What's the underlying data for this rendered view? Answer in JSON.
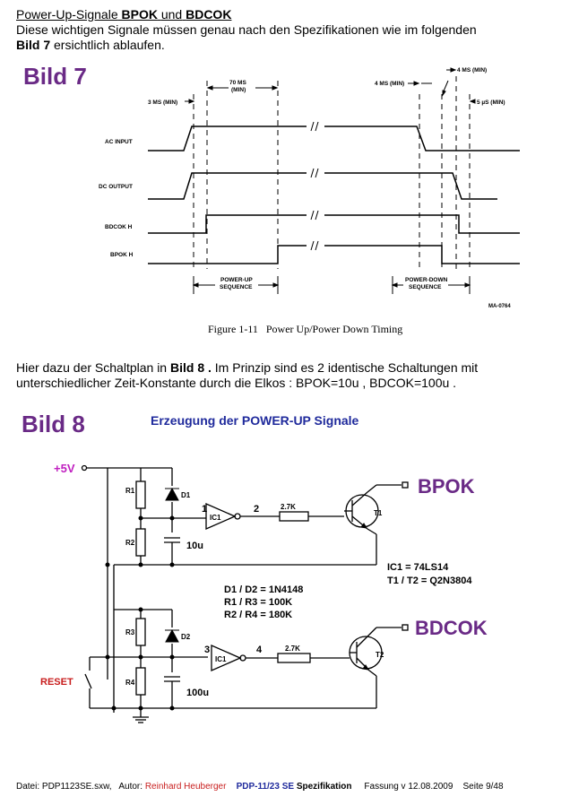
{
  "header": {
    "title_prefix": "Power-Up-Signale",
    "title_b1": "BPOK",
    "title_mid": "und",
    "title_b2": "BDCOK",
    "line2": "Diese wichtigen Signale müssen genau nach den Spezifikationen wie im folgenden",
    "line3_b": "Bild 7",
    "line3_rest": "ersichtlich ablaufen."
  },
  "bild7": {
    "label": "Bild 7",
    "timings": {
      "t3ms": "3 MS (MIN)",
      "t70ms_1": "70 MS",
      "t70ms_2": "(MIN)",
      "t4ms_a": "4 MS (MIN)",
      "t4ms_b": "4 MS (MIN)",
      "t5us": "5 µS (MIN)"
    },
    "signals": [
      "AC INPUT",
      "DC OUTPUT",
      "BDCOK H",
      "BPOK H"
    ],
    "powerup_1": "POWER-UP",
    "powerup_2": "SEQUENCE",
    "powerdown_1": "POWER-DOWN",
    "powerdown_2": "SEQUENCE",
    "ref": "MA-0764",
    "caption": "Figure 1-11   Power Up/Power Down Timing"
  },
  "para": {
    "p1_a": "Hier dazu der Schaltplan in",
    "p1_b": "Bild 8 .",
    "p1_c": "Im Prinzip sind es 2 identische  Schaltungen mit",
    "p2": "unterschiedlicher Zeit-Konstante durch die  Elkos :  BPOK=10u , BDCOK=100u ."
  },
  "bild8": {
    "label": "Bild 8",
    "title": "Erzeugung der POWER-UP Signale",
    "vcc": "+5V",
    "reset": "RESET",
    "out1": "BPOK",
    "out2": "BDCOK",
    "r1": "R1",
    "r2": "R2",
    "r3": "R3",
    "r4": "R4",
    "d1": "D1",
    "d2": "D2",
    "c1": "10u",
    "c2": "100u",
    "ic": "IC1",
    "pin1": "1",
    "pin2": "2",
    "pin3": "3",
    "pin4": "4",
    "res": "2.7K",
    "t1": "T1",
    "t2": "T2",
    "parts1": "IC1  = 74LS14",
    "parts2": "T1 / T2 = Q2N3804",
    "parts3": "D1 / D2 = 1N4148",
    "parts4": "R1 / R3 = 100K",
    "parts5": "R2 / R4 = 180K"
  },
  "footer": {
    "file": "Datei: PDP1123SE.sxw,",
    "author_label": "Autor:",
    "author": "Reinhard Heuberger",
    "product": "PDP-11/23 SE",
    "spec": "Spezifikation",
    "version": "Fassung v 12.08.2009",
    "page": "Seite 9/48"
  },
  "colors": {
    "bild": "#6a2a86",
    "title": "#1f2a9c",
    "vcc": "#c020c0",
    "reset": "#c81e1e"
  }
}
